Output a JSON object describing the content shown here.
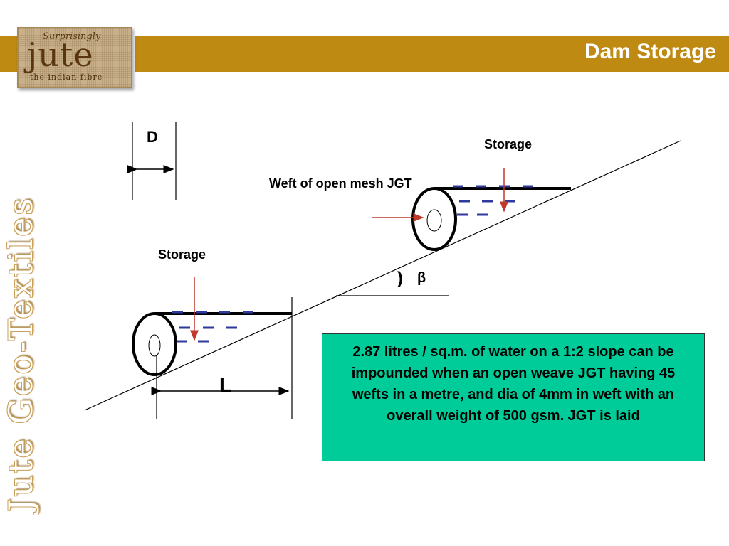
{
  "header": {
    "title": "Dam Storage",
    "bar_color": "#bf8a12"
  },
  "logo": {
    "top_text": "Surprisingly",
    "main_text": "jute",
    "sub_text": "the indian fibre"
  },
  "side_banner": {
    "text": "Jute Geo-Textiles"
  },
  "diagram": {
    "label_d": "D",
    "label_l": "L",
    "label_storage_top": "Storage",
    "label_storage_left": "Storage",
    "label_weft": "Weft of open mesh JGT",
    "label_paren": ")",
    "label_beta": "β",
    "arrow_color": "#c0392b",
    "water_dash_color": "#2e3a9e"
  },
  "info_box": {
    "text": "2.87 litres / sq.m. of water on a 1:2 slope can be impounded when an open weave JGT having  45 wefts in a metre, and dia of 4mm in weft with an overall weight of 500 gsm. JGT  is laid",
    "background": "#00cc99"
  }
}
